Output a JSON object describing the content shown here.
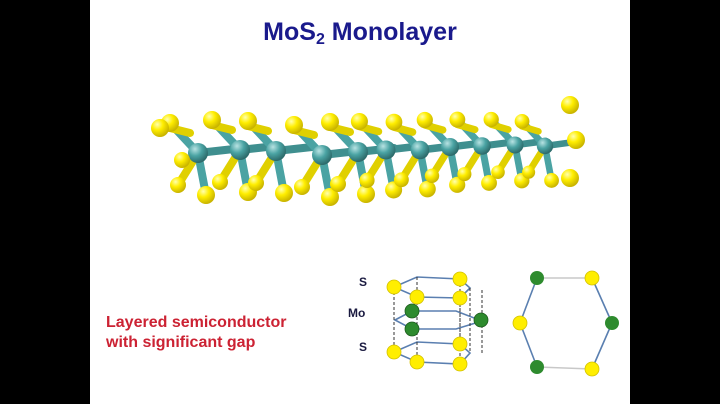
{
  "slide": {
    "title_prefix": "MoS",
    "title_subscript": "2",
    "title_suffix": " Monolayer",
    "note_line1": "Layered semiconductor",
    "note_line2": "with significant gap",
    "layer_labels": {
      "top": "S",
      "middle": "Mo",
      "bottom": "S"
    }
  },
  "colors": {
    "title": "#1a1a8c",
    "note": "#cc2233",
    "sulfur": "#ffee00",
    "molybdenum_model": "#4aa3a3",
    "molybdenum_diagram": "#2e8b2e",
    "bond_diagram": "#5a7fb0"
  },
  "icons": [
    "mos2-ball-and-stick-model",
    "trigonal-prismatic-unit-cell",
    "hexagonal-ring-top-view"
  ]
}
